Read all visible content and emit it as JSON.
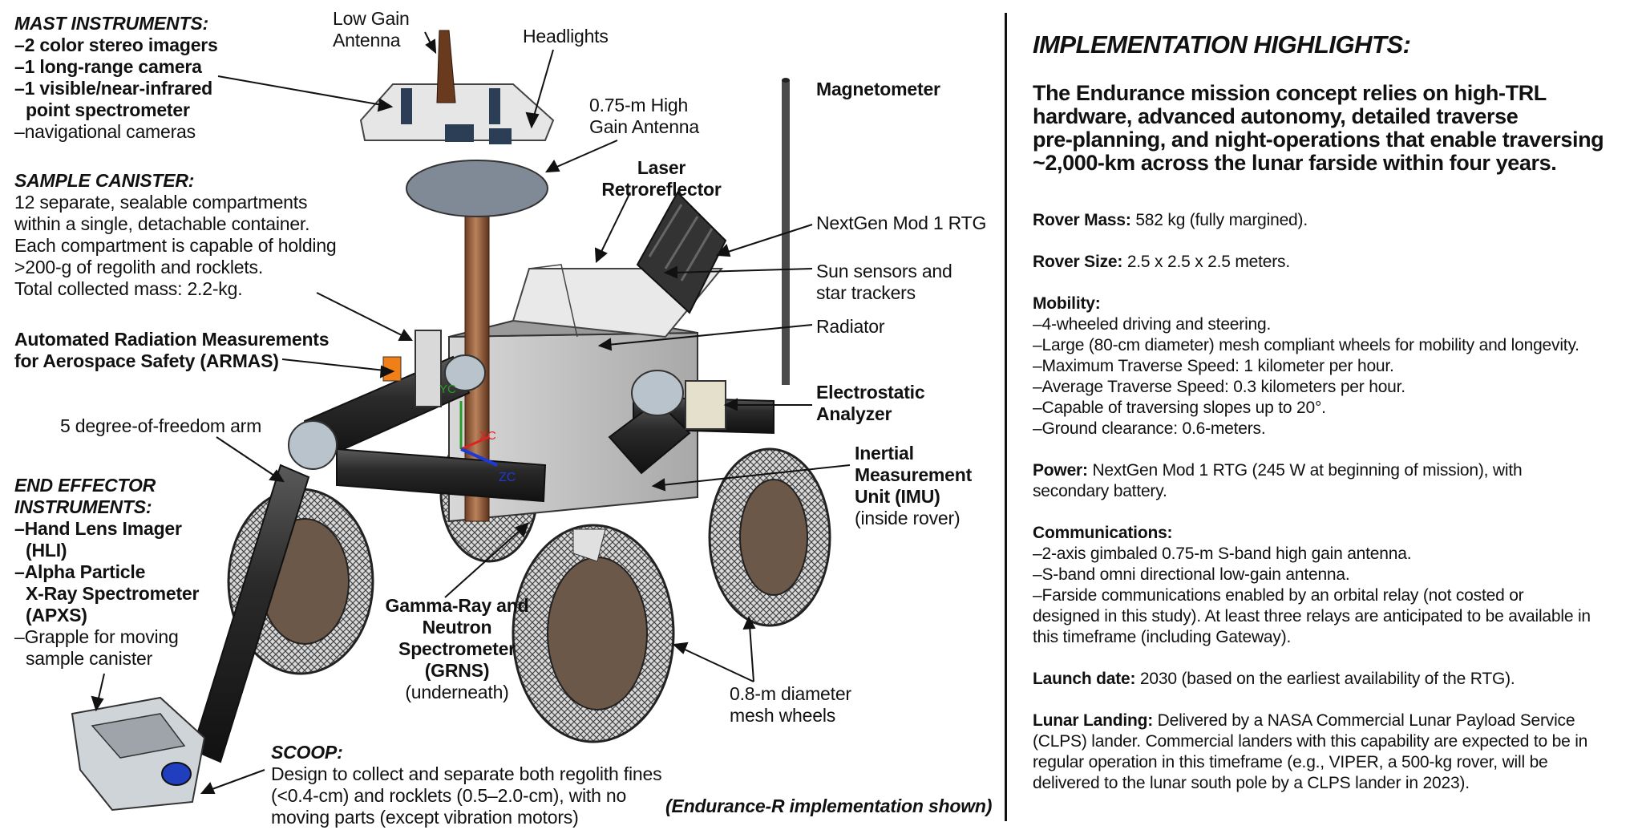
{
  "labels": {
    "mast": {
      "title": "MAST INSTRUMENTS:",
      "items": [
        "–2 color stereo imagers",
        "–1 long-range camera",
        "–1 visible/near-infrared",
        "point spectrometer"
      ],
      "extra": "–navigational cameras"
    },
    "sample_canister": {
      "title": "SAMPLE CANISTER:",
      "lines": [
        "12 separate, sealable compartments",
        "within a single, detachable container.",
        "Each compartment is capable of holding",
        ">200-g of regolith and rocklets.",
        "Total collected mass: 2.2-kg."
      ]
    },
    "armas": [
      "Automated Radiation Measurements",
      "for Aerospace Safety (ARMAS)"
    ],
    "arm": "5 degree-of-freedom arm",
    "end_effector": {
      "title": [
        "END EFFECTOR",
        "INSTRUMENTS:"
      ],
      "items": [
        "–Hand Lens Imager",
        "(HLI)",
        "–Alpha Particle",
        "X-Ray Spectrometer",
        "(APXS)"
      ],
      "extra": [
        "–Grapple for moving",
        "sample canister"
      ]
    },
    "low_gain": [
      "Low Gain",
      "Antenna"
    ],
    "headlights": "Headlights",
    "high_gain": [
      "0.75-m High",
      "Gain Antenna"
    ],
    "laser": [
      "Laser",
      "Retroreflector"
    ],
    "magnetometer": "Magnetometer",
    "rtg": "NextGen Mod 1 RTG",
    "sun_sensors": [
      "Sun sensors and",
      "star trackers"
    ],
    "radiator": "Radiator",
    "esa": [
      "Electrostatic",
      "Analyzer"
    ],
    "imu": [
      "Inertial",
      "Measurement",
      "Unit (IMU)"
    ],
    "imu_note": "(inside rover)",
    "grns": [
      "Gamma-Ray and",
      "Neutron",
      "Spectrometer",
      "(GRNS)"
    ],
    "grns_note": "(underneath)",
    "wheels": [
      "0.8-m diameter",
      "mesh wheels"
    ],
    "scoop": {
      "title": "SCOOP:",
      "lines": [
        "Design to collect and separate both regolith fines",
        "(<0.4-cm) and rocklets (0.5–2.0-cm), with no",
        "moving parts (except vibration motors)"
      ]
    },
    "implementation_note": "(Endurance-R implementation shown)",
    "axes": {
      "yc": "YC",
      "xc": "XC",
      "zc": "ZC"
    }
  },
  "highlights": {
    "title": "IMPLEMENTATION HIGHLIGHTS:",
    "summary": [
      "The Endurance mission concept relies on high-TRL",
      "hardware, advanced autonomy, detailed traverse",
      "pre-planning, and night-operations that enable traversing",
      "~2,000-km across the lunar farside within four years."
    ],
    "rover_mass": {
      "label": "Rover Mass:",
      "text": " 582 kg (fully margined)."
    },
    "rover_size": {
      "label": "Rover Size:",
      "text": " 2.5 x 2.5 x 2.5 meters."
    },
    "mobility": {
      "label": "Mobility:",
      "items": [
        "–4-wheeled driving and steering.",
        "–Large (80-cm diameter) mesh compliant wheels for mobility and longevity.",
        "–Maximum Traverse Speed: 1 kilometer per hour.",
        "–Average Traverse Speed: 0.3 kilometers per hour.",
        "–Capable of traversing slopes up to 20°.",
        "–Ground clearance: 0.6-meters."
      ]
    },
    "power": {
      "label": "Power:",
      "lines": [
        " NextGen Mod 1 RTG (245 W at beginning of mission), with",
        "secondary battery."
      ]
    },
    "communications": {
      "label": "Communications:",
      "items": [
        "–2-axis gimbaled 0.75-m S-band high gain antenna.",
        "–S-band omni directional low-gain antenna.",
        "–Farside communications enabled by an orbital relay (not costed or",
        "designed in this study). At least three relays are anticipated to be available in",
        "this timeframe (including Gateway)."
      ]
    },
    "launch": {
      "label": "Launch date:",
      "text": " 2030 (based on the earliest availability of the RTG)."
    },
    "landing": {
      "label": "Lunar Landing:",
      "lines": [
        " Delivered by a NASA Commercial Lunar Payload Service",
        "(CLPS) lander. Commercial landers with this capability are expected to be in",
        "regular operation in this timeframe (e.g., VIPER, a 500-kg rover, will be",
        "delivered to the lunar south pole by a CLPS lander in 2023)."
      ]
    }
  }
}
